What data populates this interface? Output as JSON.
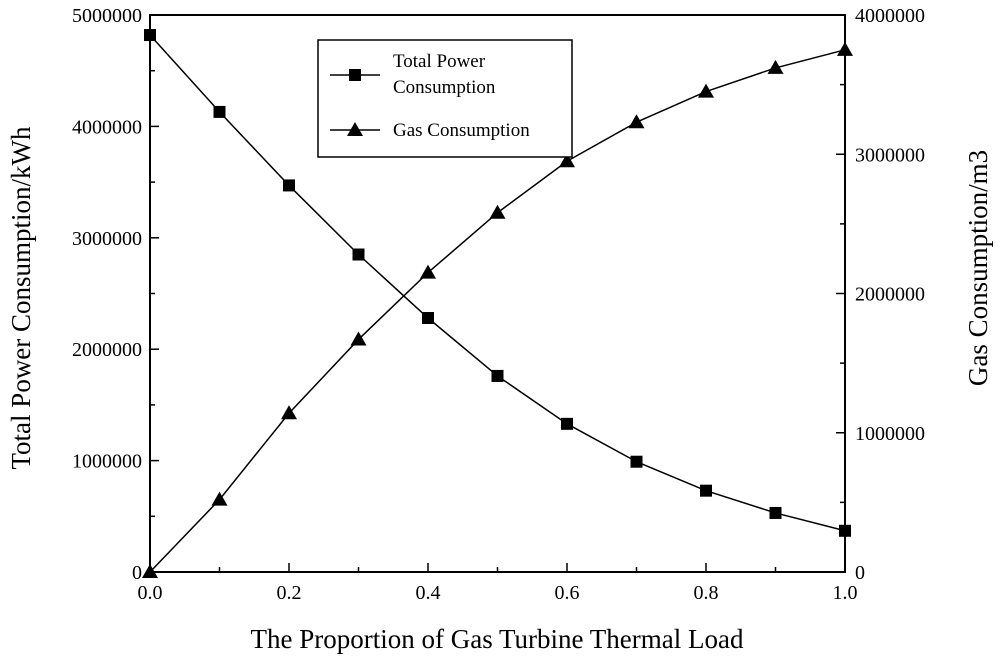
{
  "chart_data": {
    "type": "line",
    "xlabel": "The Proportion of Gas Turbine Thermal Load",
    "ylabel_left": "Total Power Consumption/kWh",
    "ylabel_right": "Gas Consumption/m3",
    "x": [
      0.0,
      0.1,
      0.2,
      0.3,
      0.4,
      0.5,
      0.6,
      0.7,
      0.8,
      0.9,
      1.0
    ],
    "xlim": [
      0.0,
      1.0
    ],
    "xticks": [
      "0.0",
      "0.2",
      "0.4",
      "0.6",
      "0.8",
      "1.0"
    ],
    "xtick_values": [
      0.0,
      0.2,
      0.4,
      0.6,
      0.8,
      1.0
    ],
    "ylim_left": [
      0,
      5000000
    ],
    "yticks_left": [
      "0",
      "1000000",
      "2000000",
      "3000000",
      "4000000",
      "5000000"
    ],
    "ytick_values_left": [
      0,
      1000000,
      2000000,
      3000000,
      4000000,
      5000000
    ],
    "ylim_right": [
      0,
      4000000
    ],
    "yticks_right": [
      "0",
      "1000000",
      "2000000",
      "3000000",
      "4000000"
    ],
    "ytick_values_right": [
      0,
      1000000,
      2000000,
      3000000,
      4000000
    ],
    "grid": false,
    "legend_position": "top-center",
    "series": [
      {
        "name_lines": [
          "Total Power",
          "Consumption"
        ],
        "axis": "left",
        "marker": "square",
        "color": "#000000",
        "values": [
          4820000,
          4130000,
          3470000,
          2850000,
          2280000,
          1760000,
          1330000,
          990000,
          730000,
          530000,
          370000
        ]
      },
      {
        "name_lines": [
          "Gas Consumption"
        ],
        "axis": "right",
        "marker": "triangle",
        "color": "#000000",
        "values": [
          0,
          520000,
          1140000,
          1670000,
          2150000,
          2580000,
          2950000,
          3230000,
          3450000,
          3620000,
          3750000
        ]
      }
    ]
  }
}
